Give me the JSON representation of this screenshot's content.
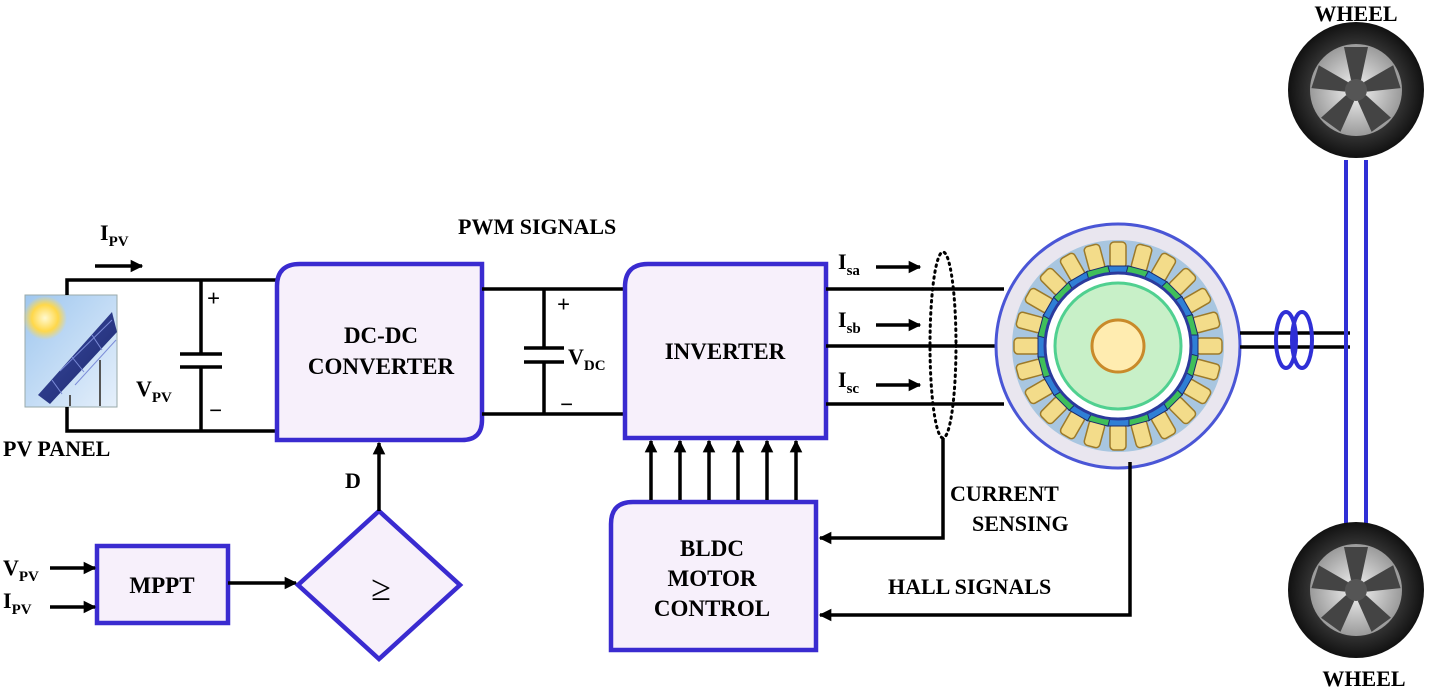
{
  "diagram": {
    "pv_panel": {
      "label": "PV PANEL"
    },
    "pv_current": {
      "main": "I",
      "sub": "PV"
    },
    "pv_voltage": {
      "main": "V",
      "sub": "PV"
    },
    "dc_dc": {
      "line1": "DC-DC",
      "line2": "CONVERTER"
    },
    "pwm_signals": "PWM SIGNALS",
    "dc_voltage": {
      "main": "V",
      "sub": "DC"
    },
    "inverter": {
      "label": "INVERTER"
    },
    "phase_currents": [
      {
        "main": "I",
        "sub": "sa"
      },
      {
        "main": "I",
        "sub": "sb"
      },
      {
        "main": "I",
        "sub": "sc"
      }
    ],
    "polarity": {
      "plus": "+",
      "minus": "−"
    },
    "duty": "D",
    "comparator": "≥",
    "mppt": {
      "label": "MPPT",
      "inputs": [
        {
          "main": "V",
          "sub": "PV"
        },
        {
          "main": "I",
          "sub": "PV"
        }
      ]
    },
    "bldc_control": {
      "line1": "BLDC",
      "line2": "MOTOR",
      "line3": "CONTROL"
    },
    "current_sensing": {
      "line1": "CURRENT",
      "line2": "SENSING"
    },
    "hall_signals": "HALL SIGNALS",
    "wheel_top": "WHEEL",
    "wheel_bottom": "WHEEL"
  }
}
